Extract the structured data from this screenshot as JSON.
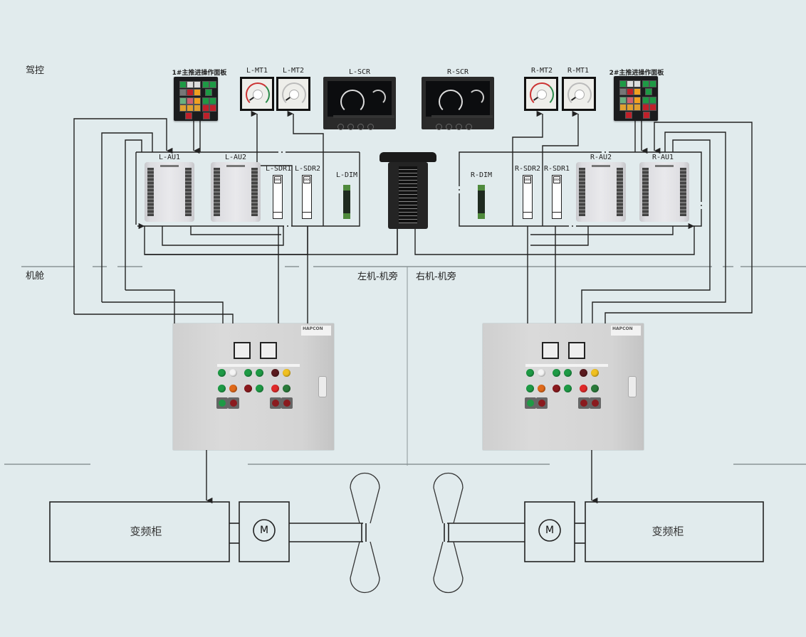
{
  "zones": {
    "bridge": "驾控",
    "engine_room": "机舱",
    "left_local": "左机-机旁",
    "right_local": "右机-机旁"
  },
  "left": {
    "panel_title": "1#主推进操作面板",
    "meter1": "L-MT1",
    "meter2": "L-MT2",
    "screen": "L-SCR",
    "au1": "L-AU1",
    "au2": "L-AU2",
    "sdr1": "L-SDR1",
    "sdr2": "L-SDR2",
    "dim": "L-DIM",
    "vfd": "变频柜",
    "motor": "M",
    "cabinet_brand": "HAPCON"
  },
  "right": {
    "panel_title": "2#主推进操作面板",
    "meter1": "R-MT1",
    "meter2": "R-MT2",
    "screen": "R-SCR",
    "au1": "R-AU1",
    "au2": "R-AU2",
    "sdr1": "R-SDR1",
    "sdr2": "R-SDR2",
    "dim": "R-DIM",
    "vfd": "变频柜",
    "motor": "M",
    "cabinet_brand": "HAPCON"
  },
  "colors": {
    "background": "#e1ebed",
    "line": "#222222",
    "zone_divider": "#8a9496",
    "lamp_green": "#1e9a45",
    "lamp_red": "#c0202a",
    "lamp_yellow": "#f0c020",
    "lamp_orange": "#e06a1a",
    "lamp_white": "#f4f4f4"
  }
}
